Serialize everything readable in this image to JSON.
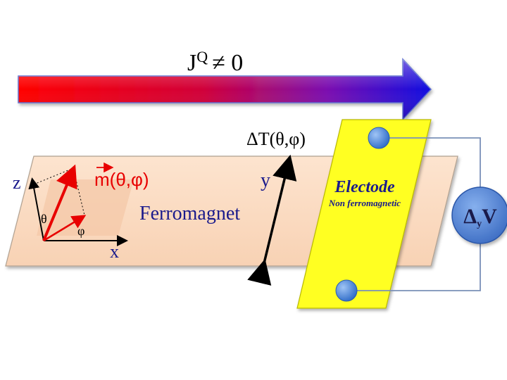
{
  "heat_flow_label": "J",
  "heat_flow_superscript": "Q",
  "heat_flow_condition": "≠ 0",
  "delta_t_label": "ΔT(θ,φ)",
  "axis_z": "z",
  "axis_x": "x",
  "axis_y": "y",
  "theta": "θ",
  "phi": "φ",
  "magnetization_label": "m(θ,φ)",
  "ferromagnet_label": "Ferromagnet",
  "electrode_label": "Electode",
  "electrode_sublabel": "Non ferromagnetic",
  "voltmeter_delta": "Δ",
  "voltmeter_subscript": "y",
  "voltmeter_v": "V",
  "colors": {
    "arrow_start": "#ff0000",
    "arrow_end": "#1010e0",
    "slab_fill": "#fde0c8",
    "electrode_fill": "#ffff22",
    "contact": "#4a86d8",
    "voltmeter": "#4a80d0",
    "magnetization": "#e80000",
    "axis_label": "#1a1a8c"
  }
}
